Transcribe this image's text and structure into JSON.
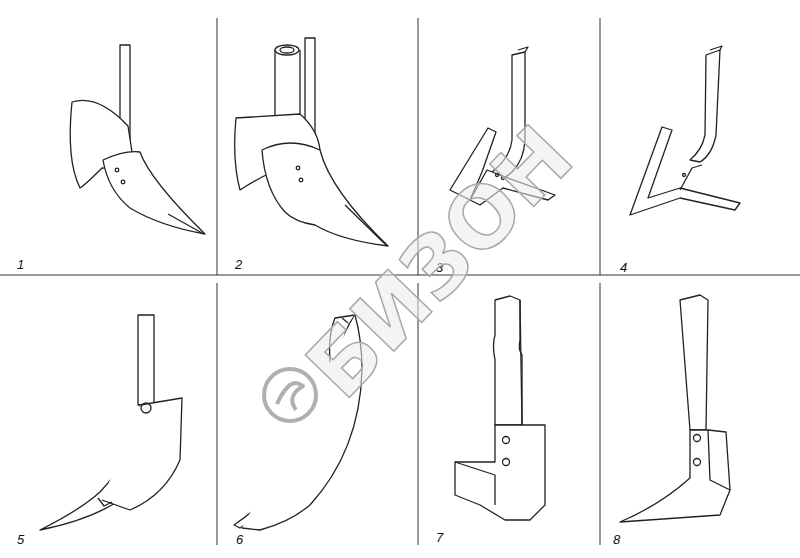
{
  "diagram": {
    "labels": [
      "1",
      "2",
      "3",
      "4",
      "5",
      "6",
      "7",
      "8",
      "БИЗОН"
    ]
  }
}
